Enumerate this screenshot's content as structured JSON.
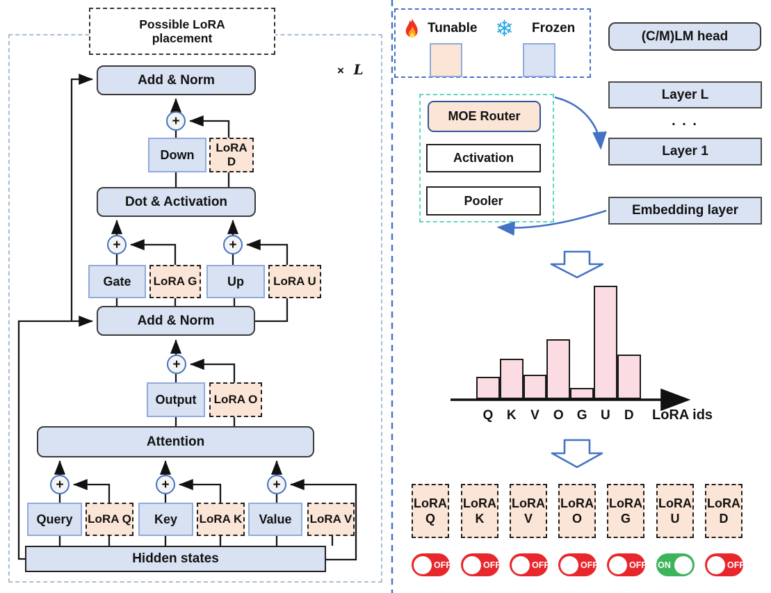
{
  "left_panel": {
    "placement_label_line1": "Possible LoRA",
    "placement_label_line2": "placement",
    "repeat_multiplier": "×",
    "repeat_variable": "L",
    "plus": "+",
    "blocks": {
      "add_norm": "Add & Norm",
      "down": "Down",
      "lora_d": "LoRA D",
      "dot_activation": "Dot & Activation",
      "gate": "Gate",
      "lora_g": "LoRA G",
      "up": "Up",
      "lora_u": "LoRA U",
      "output": "Output",
      "lora_o": "LoRA O",
      "attention": "Attention",
      "query": "Query",
      "lora_q": "LoRA Q",
      "key": "Key",
      "lora_k": "LoRA K",
      "value": "Value",
      "lora_v": "LoRA V",
      "hidden_states": "Hidden states"
    }
  },
  "legend": {
    "tunable_label": "Tunable",
    "frozen_label": "Frozen",
    "tunable_icon": "flame",
    "frozen_icon": "snowflake",
    "frozen_glyph": "❄",
    "tunable_swatch_color": "#FBE5D6",
    "frozen_swatch_color": "#DAE3F3"
  },
  "right_panel": {
    "lm_head": "(C/M)LM head",
    "layer_l": "Layer L",
    "ellipsis": ". . .",
    "layer_1": "Layer 1",
    "embedding_layer": "Embedding layer",
    "moe_router": "MOE Router",
    "activation": "Activation",
    "pooler": "Pooler"
  },
  "chart_data": {
    "type": "bar",
    "title": "",
    "categories": [
      "Q",
      "K",
      "V",
      "O",
      "G",
      "U",
      "D"
    ],
    "values": [
      0.1,
      0.18,
      0.11,
      0.27,
      0.05,
      0.51,
      0.2
    ],
    "xlabel": "LoRA ids",
    "ylabel": "",
    "ylim": [
      0,
      0.55
    ],
    "grid": false,
    "legend_position": "none",
    "bar_color": "#FADCE2",
    "bar_border": "#1a1a1a"
  },
  "lora_modules": [
    {
      "line1": "LoRA",
      "line2": "Q",
      "state": "OFF"
    },
    {
      "line1": "LoRA",
      "line2": "K",
      "state": "OFF"
    },
    {
      "line1": "LoRA",
      "line2": "V",
      "state": "OFF"
    },
    {
      "line1": "LoRA",
      "line2": "O",
      "state": "OFF"
    },
    {
      "line1": "LoRA",
      "line2": "G",
      "state": "OFF"
    },
    {
      "line1": "LoRA",
      "line2": "U",
      "state": "ON"
    },
    {
      "line1": "LoRA",
      "line2": "D",
      "state": "OFF"
    }
  ],
  "colors": {
    "frozen_fill": "#D9E2F3",
    "tunable_fill": "#FBE5D6",
    "accent_blue": "#4472C4",
    "teal_dashed": "#5BD7C3",
    "left_dashed": "#A9BDD3",
    "bar_fill": "#FADCE2",
    "toggle_off_red": "#E8272C",
    "toggle_on_green": "#3CB45B"
  }
}
